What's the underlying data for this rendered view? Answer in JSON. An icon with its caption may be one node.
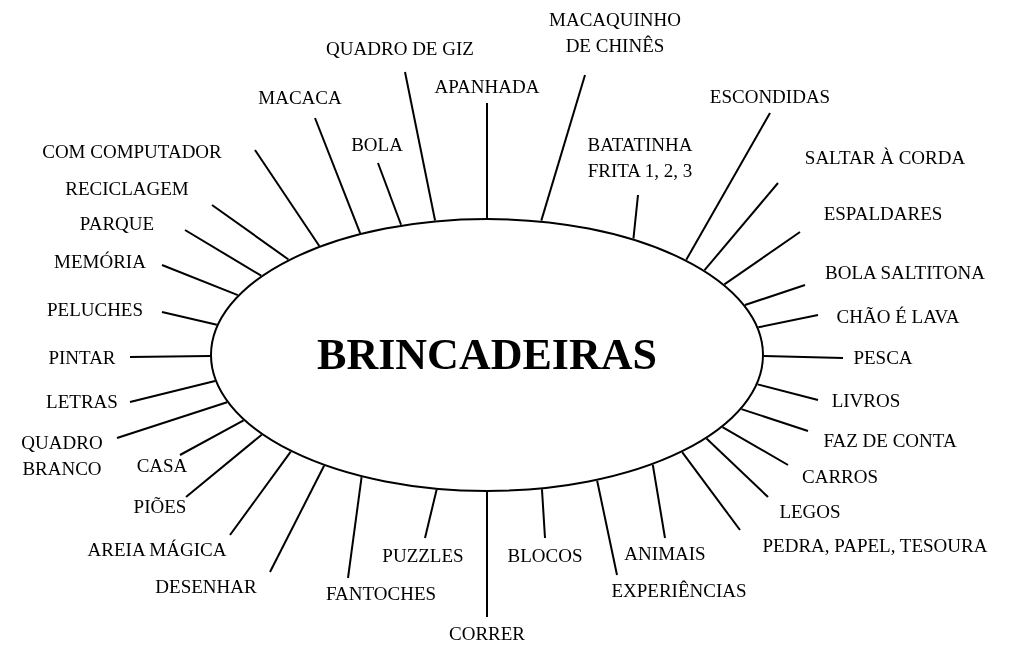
{
  "diagram": {
    "nodes": [
      {
        "text": [
          "BRINCADEIRAS"
        ]
      },
      {
        "text": [
          "MACAQUINHO DE CHINÊS"
        ]
      },
      {
        "text": [
          "QUADRO DE GIZ"
        ]
      },
      {
        "text": [
          "APANHADA"
        ]
      },
      {
        "text": [
          "MACACA"
        ]
      },
      {
        "text": [
          "BOLA"
        ]
      },
      {
        "text": [
          "ESCONDIDAS"
        ]
      },
      {
        "text": [
          "BATATINHA FRITA 1, 2, 3"
        ]
      },
      {
        "text": [
          "COM COMPUTADOR"
        ]
      },
      {
        "text": [
          "SALTAR À CORDA"
        ]
      },
      {
        "text": [
          "RECICLAGEM"
        ]
      },
      {
        "text": [
          "ESPALDARES"
        ]
      },
      {
        "text": [
          "PARQUE"
        ]
      },
      {
        "text": [
          "MEMÓRIA"
        ]
      },
      {
        "text": [
          "BOLA SALTITONA"
        ]
      },
      {
        "text": [
          "PELUCHES"
        ]
      },
      {
        "text": [
          "CHÃO É LAVA"
        ]
      },
      {
        "text": [
          "PINTAR"
        ]
      },
      {
        "text": [
          "PESCA"
        ]
      },
      {
        "text": [
          "LETRAS"
        ]
      },
      {
        "text": [
          "LIVROS"
        ]
      },
      {
        "text": [
          "QUADRO BRANCO"
        ]
      },
      {
        "text": [
          "FAZ DE CONTA"
        ]
      },
      {
        "text": [
          "CASA"
        ]
      },
      {
        "text": [
          "CARROS"
        ]
      },
      {
        "text": [
          "PIÕES"
        ]
      },
      {
        "text": [
          "LEGOS"
        ]
      },
      {
        "text": [
          "AREIA MÁGICA"
        ]
      },
      {
        "text": [
          "PEDRA, PAPEL, TESOURA"
        ]
      },
      {
        "text": [
          "DESENHAR"
        ]
      },
      {
        "text": [
          "PUZZLES"
        ]
      },
      {
        "text": [
          "BLOCOS"
        ]
      },
      {
        "text": [
          "ANIMAIS"
        ]
      },
      {
        "text": [
          "FANTOCHES"
        ]
      },
      {
        "text": [
          "EXPERIÊNCIAS"
        ]
      },
      {
        "text": [
          "CORRER"
        ]
      }
    ],
    "edges": [
      {
        "from": 0,
        "to": 1,
        "arrow": "none"
      },
      {
        "from": 0,
        "to": 2,
        "arrow": "none"
      },
      {
        "from": 0,
        "to": 3,
        "arrow": "none"
      },
      {
        "from": 0,
        "to": 4,
        "arrow": "none"
      },
      {
        "from": 0,
        "to": 5,
        "arrow": "none"
      },
      {
        "from": 0,
        "to": 6,
        "arrow": "none"
      },
      {
        "from": 0,
        "to": 7,
        "arrow": "none"
      },
      {
        "from": 0,
        "to": 8,
        "arrow": "none"
      },
      {
        "from": 0,
        "to": 9,
        "arrow": "none"
      },
      {
        "from": 0,
        "to": 10,
        "arrow": "none"
      },
      {
        "from": 0,
        "to": 11,
        "arrow": "none"
      },
      {
        "from": 0,
        "to": 12,
        "arrow": "none"
      },
      {
        "from": 0,
        "to": 13,
        "arrow": "none"
      },
      {
        "from": 0,
        "to": 14,
        "arrow": "none"
      },
      {
        "from": 0,
        "to": 15,
        "arrow": "none"
      },
      {
        "from": 0,
        "to": 16,
        "arrow": "none"
      },
      {
        "from": 0,
        "to": 17,
        "arrow": "none"
      },
      {
        "from": 0,
        "to": 18,
        "arrow": "none"
      },
      {
        "from": 0,
        "to": 19,
        "arrow": "none"
      },
      {
        "from": 0,
        "to": 20,
        "arrow": "none"
      },
      {
        "from": 0,
        "to": 21,
        "arrow": "none"
      },
      {
        "from": 0,
        "to": 22,
        "arrow": "none"
      },
      {
        "from": 0,
        "to": 23,
        "arrow": "none"
      },
      {
        "from": 0,
        "to": 24,
        "arrow": "none"
      },
      {
        "from": 0,
        "to": 25,
        "arrow": "none"
      },
      {
        "from": 0,
        "to": 26,
        "arrow": "none"
      },
      {
        "from": 0,
        "to": 27,
        "arrow": "none"
      },
      {
        "from": 0,
        "to": 28,
        "arrow": "none"
      },
      {
        "from": 0,
        "to": 29,
        "arrow": "none"
      },
      {
        "from": 0,
        "to": 30,
        "arrow": "none"
      },
      {
        "from": 0,
        "to": 31,
        "arrow": "none"
      },
      {
        "from": 0,
        "to": 32,
        "arrow": "none"
      },
      {
        "from": 0,
        "to": 33,
        "arrow": "none"
      },
      {
        "from": 0,
        "to": 34,
        "arrow": "none"
      },
      {
        "from": 0,
        "to": 35,
        "arrow": "none"
      }
    ]
  }
}
